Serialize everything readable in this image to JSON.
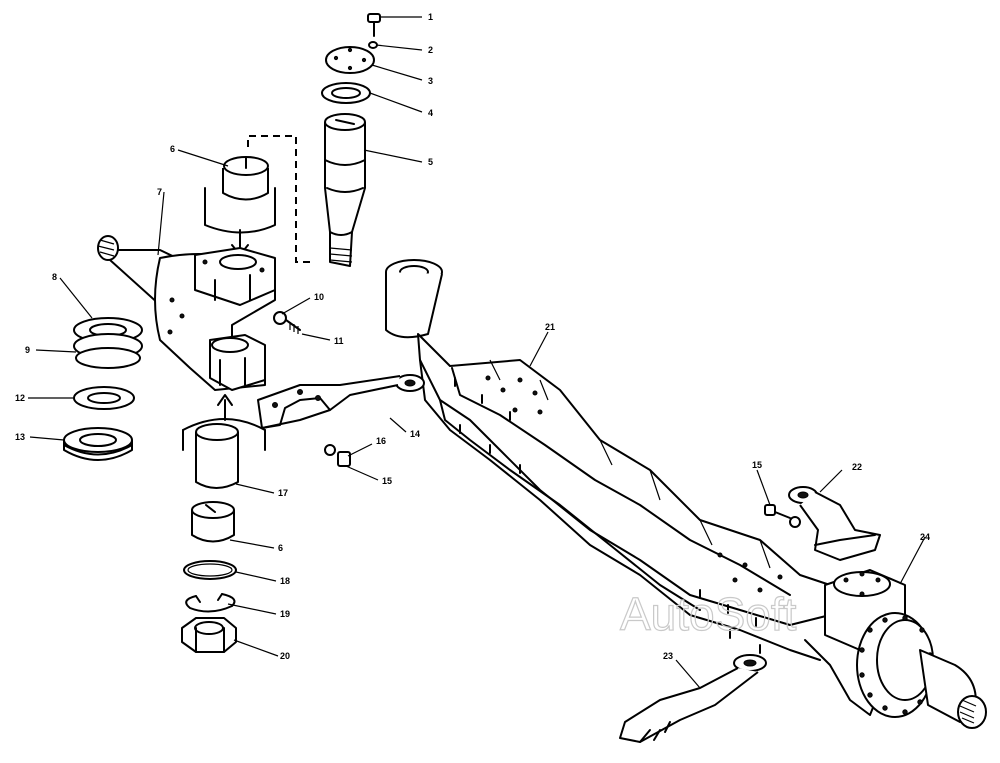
{
  "callouts": [
    "1",
    "2",
    "3",
    "4",
    "5",
    "6",
    "7",
    "8",
    "9",
    "10",
    "11",
    "12",
    "13",
    "14",
    "15",
    "16",
    "17",
    "6",
    "18",
    "19",
    "20",
    "21",
    "22",
    "15",
    "23",
    "24"
  ],
  "watermark": "AutoSoft"
}
